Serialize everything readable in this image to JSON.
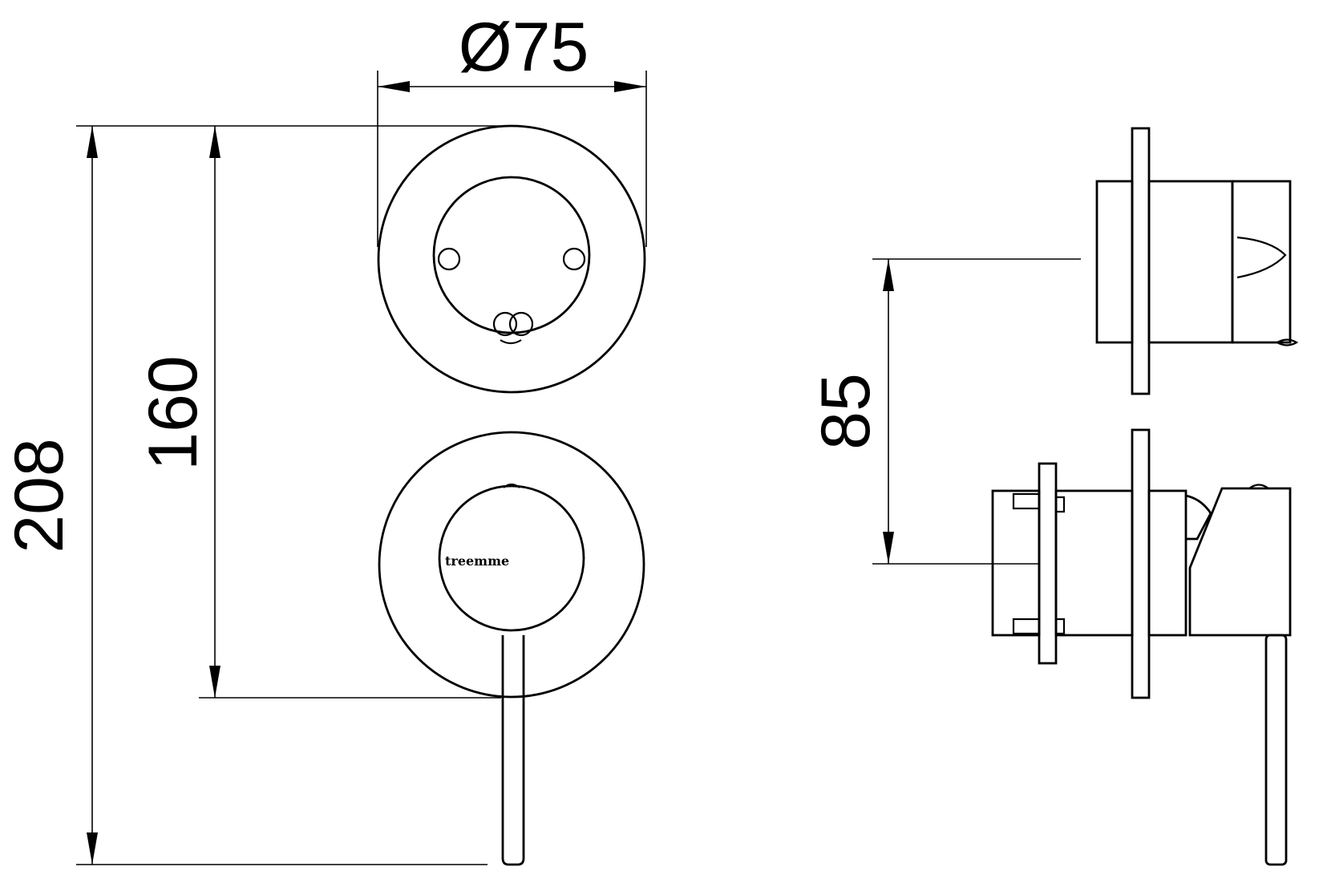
{
  "dimensions": {
    "diameter": "Ø75",
    "total_height": "208",
    "center_distance": "160",
    "depth_offset": "85"
  },
  "brand_label": "treemme"
}
